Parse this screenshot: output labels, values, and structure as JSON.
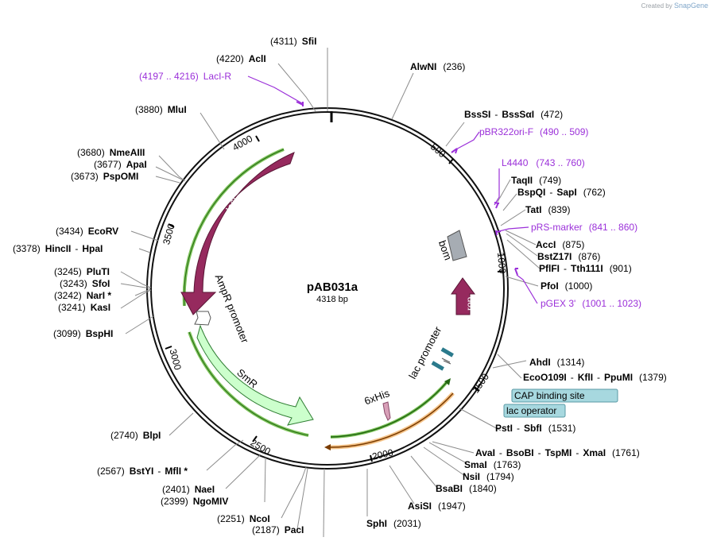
{
  "watermark": {
    "prefix": "Created by",
    "brand": "SnapGene"
  },
  "plasmid": {
    "name": "pAB031a",
    "length": "4318 bp",
    "bp": 4318
  },
  "colors": {
    "backbone": "#111111",
    "feature_maroon": "#962a5e",
    "feature_gray": "#a6acb3",
    "feature_green": "#ccffcc",
    "primer": "#9b30d9",
    "tag_box": "#a7d8df"
  },
  "ticks": [
    "500",
    "1000",
    "1500",
    "2000",
    "2500",
    "3000",
    "3500",
    "4000"
  ],
  "features": [
    {
      "name": "lacI",
      "label": "lacI",
      "color": "maroon",
      "direction": "ccw"
    },
    {
      "name": "bom",
      "label": "bom",
      "color": "gray"
    },
    {
      "name": "rop",
      "label": "rop",
      "color": "maroon",
      "direction": "cw"
    },
    {
      "name": "ampr-promoter",
      "label": "AmpR promoter",
      "color": "white"
    },
    {
      "name": "smr",
      "label": "SmR",
      "color": "green",
      "direction": "cw"
    },
    {
      "name": "lac-promoter",
      "label": "lac promoter",
      "color": "white"
    },
    {
      "name": "6xhis",
      "label": "6xHis",
      "color": "pink"
    }
  ],
  "tags": [
    {
      "name": "cap-binding-site",
      "label": "CAP binding site"
    },
    {
      "name": "lac-operator",
      "label": "lac operator"
    }
  ],
  "sites": [
    {
      "name": "site-sfii",
      "pos": "(4311)",
      "label": "SfiI"
    },
    {
      "name": "site-acli",
      "pos": "(4220)",
      "label": "AclI"
    },
    {
      "name": "primer-laci-r",
      "pos": "(4197 .. 4216)",
      "label": "LacI-R",
      "primer": true
    },
    {
      "name": "site-mlui",
      "pos": "(3880)",
      "label": "MluI"
    },
    {
      "name": "site-nmeaiii",
      "pos": "(3680)",
      "label": "NmeAIII"
    },
    {
      "name": "site-apai",
      "pos": "(3677)",
      "label": "ApaI"
    },
    {
      "name": "site-pspomi",
      "pos": "(3673)",
      "label": "PspOMI"
    },
    {
      "name": "site-ecorv",
      "pos": "(3434)",
      "label": "EcoRV"
    },
    {
      "name": "site-hincii",
      "pos": "(3378)",
      "label": "HincII",
      "label2": "HpaI"
    },
    {
      "name": "site-pluti",
      "pos": "(3245)",
      "label": "PluTI"
    },
    {
      "name": "site-sfoi",
      "pos": "(3243)",
      "label": "SfoI"
    },
    {
      "name": "site-nari",
      "pos": "(3242)",
      "label": "NarI *"
    },
    {
      "name": "site-kasi",
      "pos": "(3241)",
      "label": "KasI"
    },
    {
      "name": "site-bsphi",
      "pos": "(3099)",
      "label": "BspHI"
    },
    {
      "name": "site-blpi",
      "pos": "(2740)",
      "label": "BlpI"
    },
    {
      "name": "site-bstyi",
      "pos": "(2567)",
      "label": "BstYI",
      "label2": "MflI *"
    },
    {
      "name": "site-naei",
      "pos": "(2401)",
      "label": "NaeI"
    },
    {
      "name": "site-ngomiv",
      "pos": "(2399)",
      "label": "NgoMIV"
    },
    {
      "name": "site-ncoi",
      "pos": "(2251)",
      "label": "NcoI"
    },
    {
      "name": "site-paci",
      "pos": "(2187)",
      "label": "PacI"
    },
    {
      "name": "site-sphi",
      "pos": "(2031)",
      "label": "SphI"
    },
    {
      "name": "site-asisi",
      "pos": "(1947)",
      "label": "AsiSI"
    },
    {
      "name": "site-bsabi",
      "pos": "(1840)",
      "label": "BsaBI"
    },
    {
      "name": "site-nsii",
      "pos": "(1794)",
      "label": "NsiI"
    },
    {
      "name": "site-smai",
      "pos": "(1763)",
      "label": "SmaI"
    },
    {
      "name": "site-avai",
      "pos": "(1761)",
      "label": "AvaI",
      "label2": "BsoBI",
      "label3": "TspMI",
      "label4": "XmaI"
    },
    {
      "name": "site-psti",
      "pos": "(1531)",
      "label": "PstI",
      "label2": "SbfI"
    },
    {
      "name": "site-eco0109i",
      "pos": "(1379)",
      "label": "EcoO109I",
      "label2": "KflI",
      "label3": "PpuMI"
    },
    {
      "name": "site-ahdi",
      "pos": "(1314)",
      "label": "AhdI"
    },
    {
      "name": "primer-pgex3",
      "pos": "(1001 .. 1023)",
      "label": "pGEX 3'",
      "primer": true
    },
    {
      "name": "site-pfoi",
      "pos": "(1000)",
      "label": "PfoI"
    },
    {
      "name": "site-pflfi",
      "pos": "(901)",
      "label": "PflFI",
      "label2": "Tth111I"
    },
    {
      "name": "site-bstz17i",
      "pos": "(876)",
      "label": "BstZ17I"
    },
    {
      "name": "site-acci",
      "pos": "(875)",
      "label": "AccI"
    },
    {
      "name": "primer-prs-marker",
      "pos": "(841 .. 860)",
      "label": "pRS-marker",
      "primer": true
    },
    {
      "name": "site-tati",
      "pos": "(839)",
      "label": "TatI"
    },
    {
      "name": "site-bspqi",
      "pos": "(762)",
      "label": "BspQI",
      "label2": "SapI"
    },
    {
      "name": "site-taqii",
      "pos": "(749)",
      "label": "TaqII"
    },
    {
      "name": "primer-l4440",
      "pos": "(743 .. 760)",
      "label": "L4440",
      "primer": true
    },
    {
      "name": "primer-pbr322ori-f",
      "pos": "(490 .. 509)",
      "label": "pBR322ori-F",
      "primer": true
    },
    {
      "name": "site-bsssi",
      "pos": "(472)",
      "label": "BssSI",
      "label2": "BssSαI"
    },
    {
      "name": "site-alwni",
      "pos": "(236)",
      "label": "AlwNI"
    }
  ]
}
